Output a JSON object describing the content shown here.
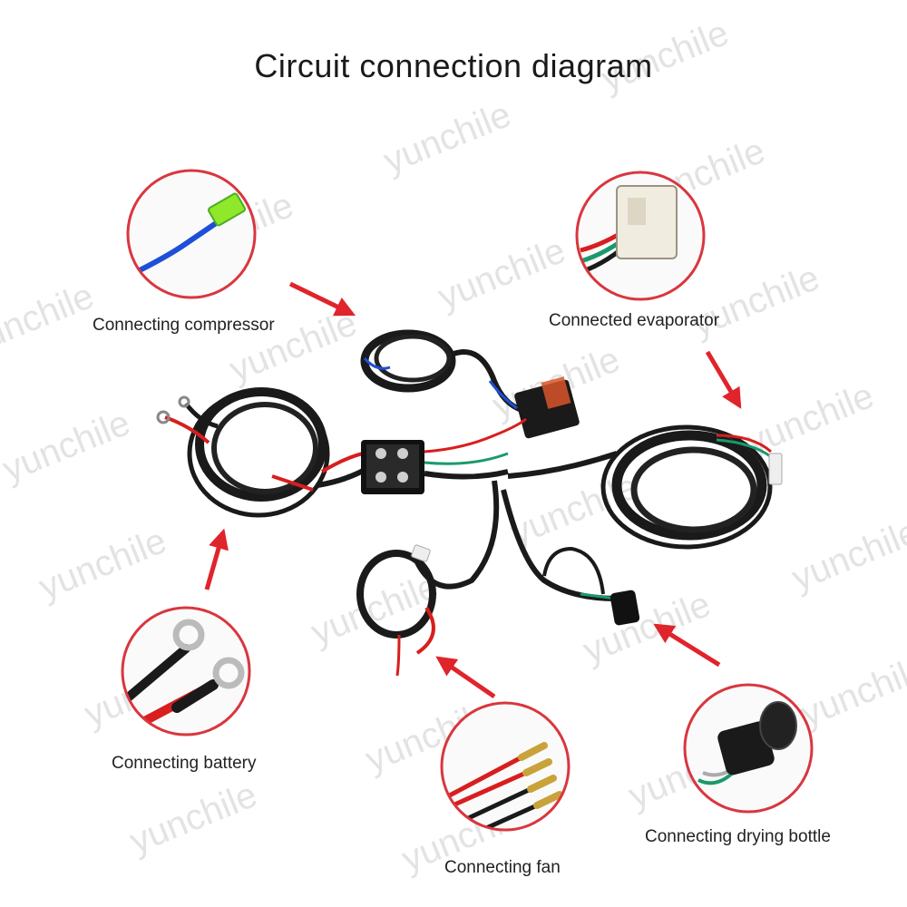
{
  "title": "Circuit connection diagram",
  "watermark": "yunchile",
  "labels": {
    "compressor": "Connecting compressor",
    "evaporator": "Connected evaporator",
    "battery": "Connecting battery",
    "fan": "Connecting fan",
    "drying_bottle": "Connecting drying bottle"
  },
  "colors": {
    "callout_ring": "#d9363e",
    "arrow": "#e0242c",
    "harness": "#1a1a1a",
    "wire_red": "#d81e1e",
    "wire_blue": "#1e4fd8",
    "wire_green": "#1a9a6a",
    "connector_green": "#8fe82a"
  }
}
